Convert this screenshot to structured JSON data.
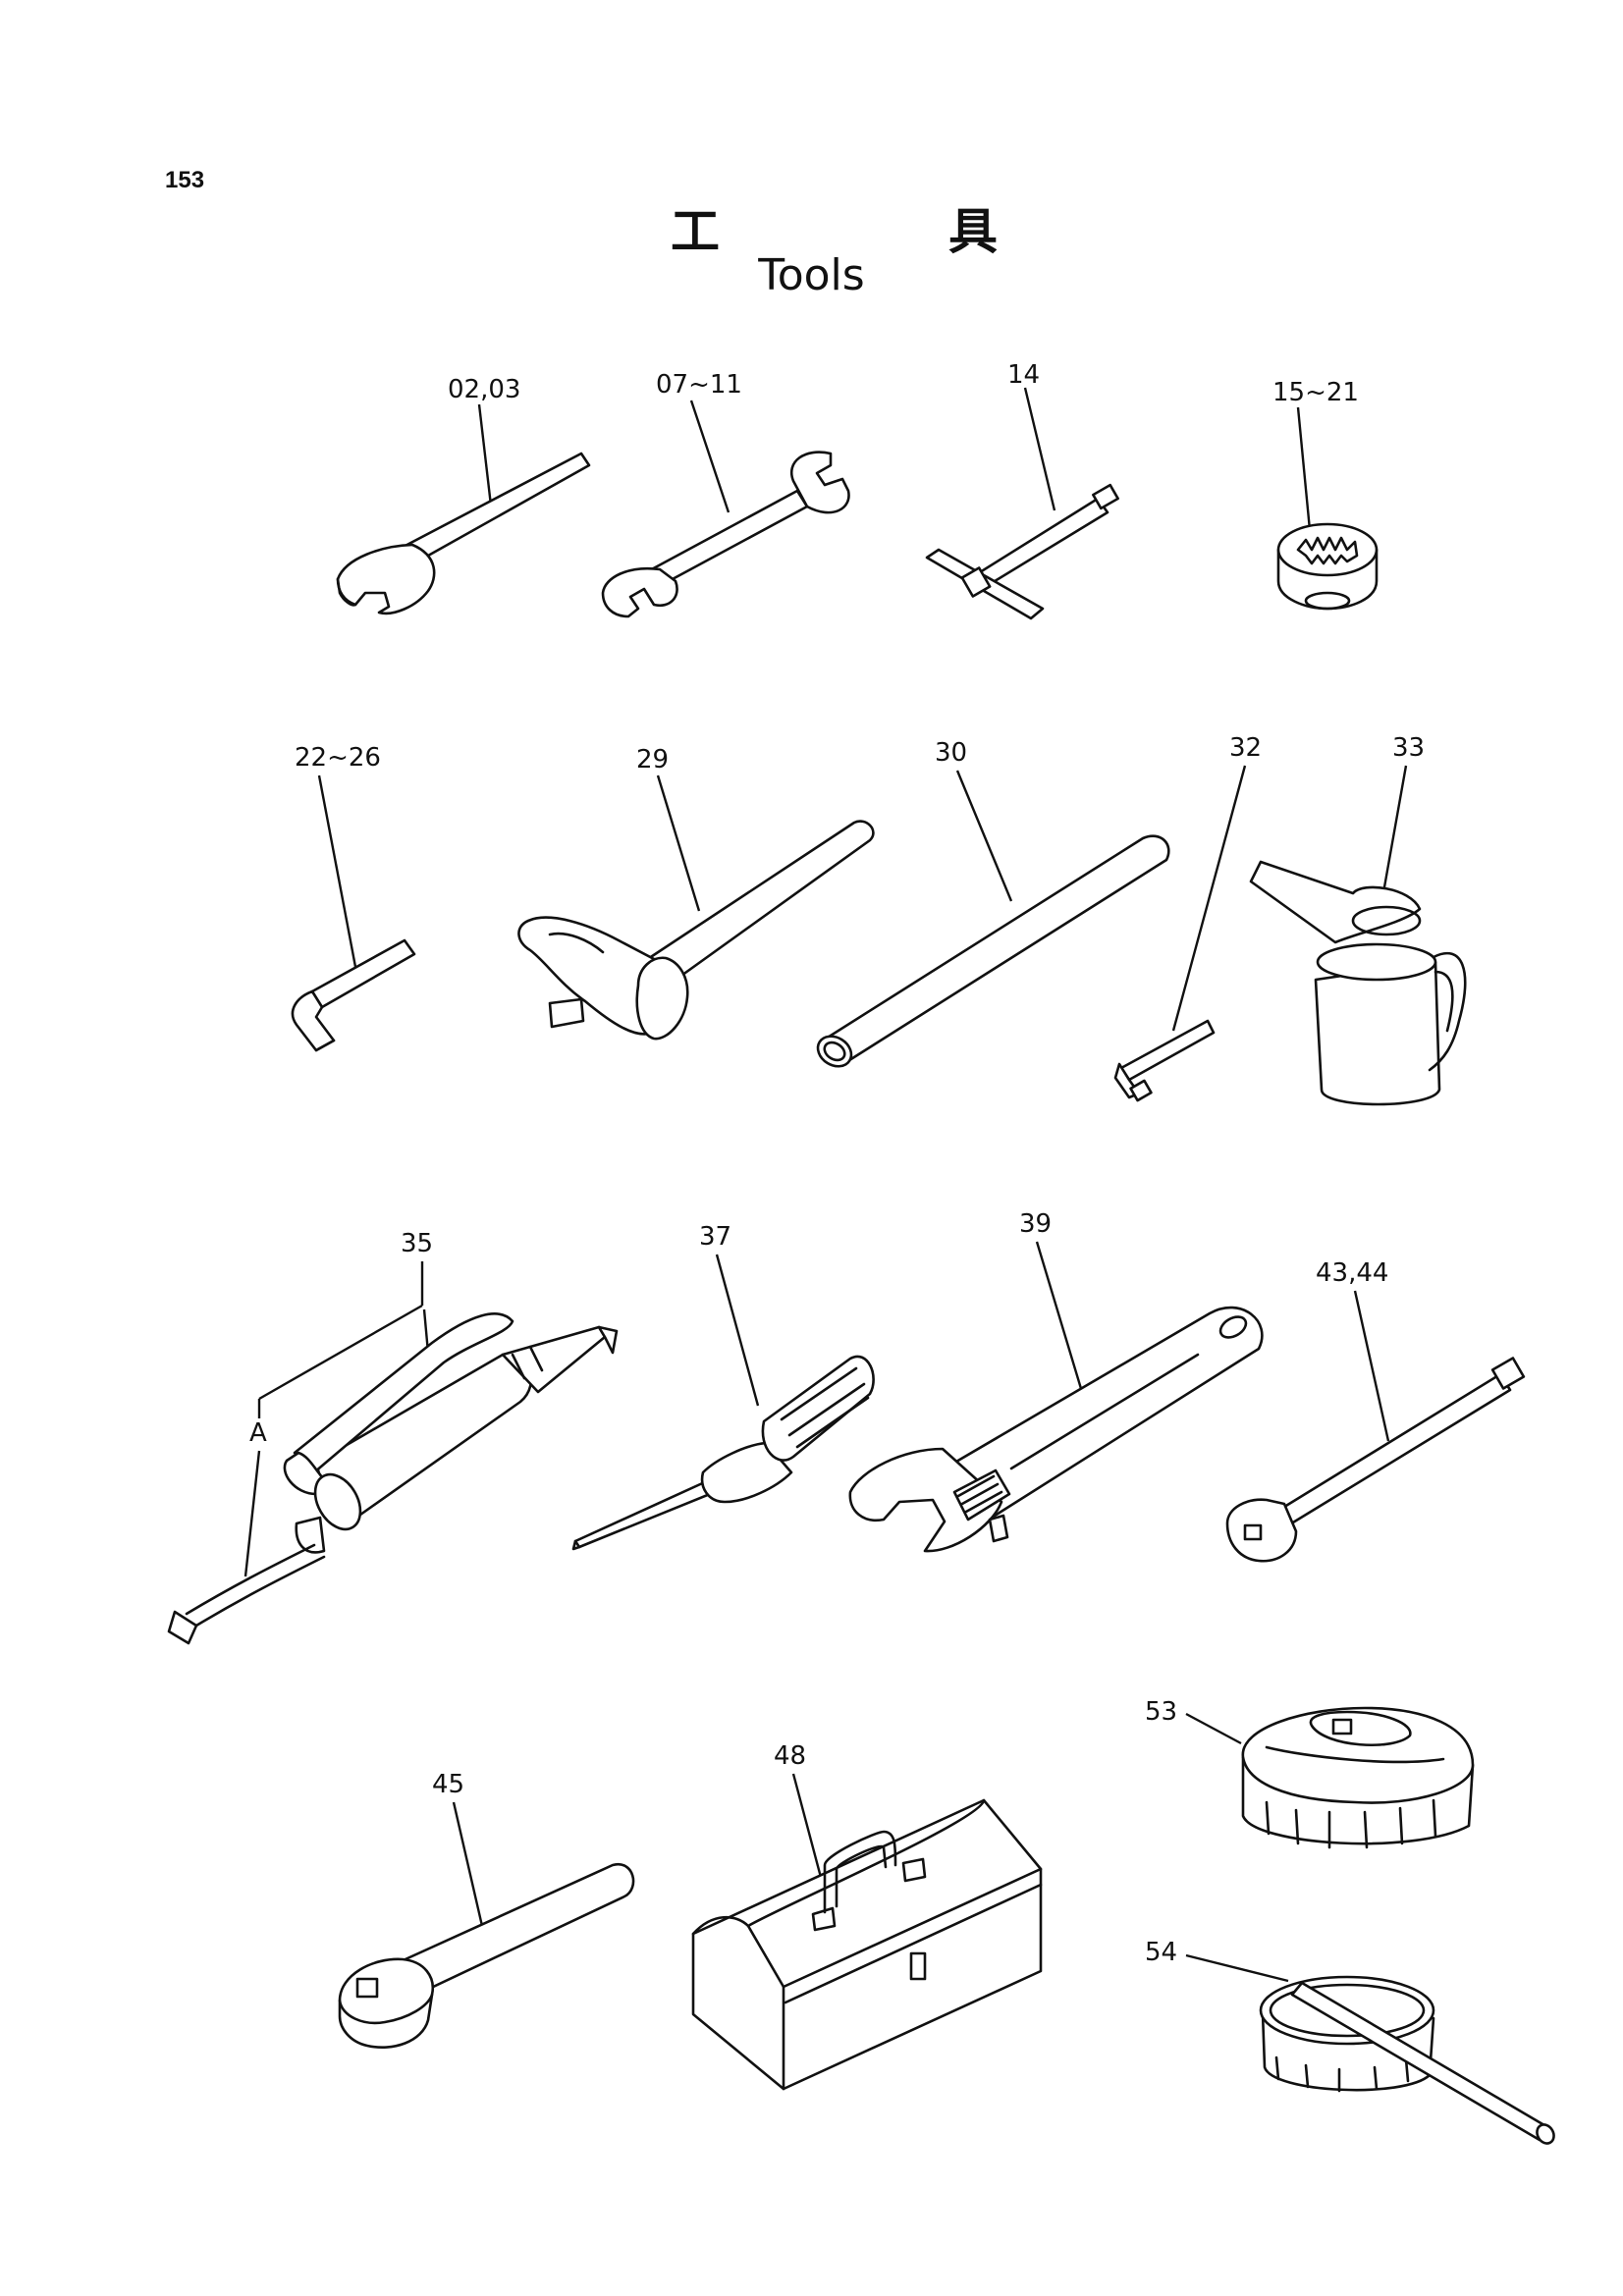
{
  "page": {
    "number": "153",
    "title_char_1": "工",
    "title_char_2": "具",
    "title_en": "Tools"
  },
  "parts": [
    {
      "id": "p1",
      "label": "02,03",
      "icon": "open-end-wrench-icon"
    },
    {
      "id": "p2",
      "label": "07~11",
      "icon": "double-open-end-wrench-icon"
    },
    {
      "id": "p3",
      "label": "14",
      "icon": "t-socket-wrench-icon"
    },
    {
      "id": "p4",
      "label": "15~21",
      "icon": "socket-icon"
    },
    {
      "id": "p5",
      "label": "22~26",
      "icon": "hex-key-icon"
    },
    {
      "id": "p6",
      "label": "29",
      "icon": "hammer-icon"
    },
    {
      "id": "p7",
      "label": "30",
      "icon": "pipe-icon"
    },
    {
      "id": "p8",
      "label": "32",
      "icon": "l-socket-wrench-icon"
    },
    {
      "id": "p9",
      "label": "33",
      "icon": "oil-can-icon"
    },
    {
      "id": "p10",
      "label": "35",
      "icon": "grease-gun-icon",
      "sub_label": "A"
    },
    {
      "id": "p11",
      "label": "37",
      "icon": "screwdriver-icon"
    },
    {
      "id": "p12",
      "label": "39",
      "icon": "adjustable-wrench-icon"
    },
    {
      "id": "p13",
      "label": "43,44",
      "icon": "extension-bar-icon"
    },
    {
      "id": "p14",
      "label": "45",
      "icon": "ratchet-handle-icon"
    },
    {
      "id": "p15",
      "label": "48",
      "icon": "tool-box-icon"
    },
    {
      "id": "p16",
      "label": "53",
      "icon": "filter-wrench-cap-icon"
    },
    {
      "id": "p17",
      "label": "54",
      "icon": "filter-wrench-band-icon"
    }
  ]
}
